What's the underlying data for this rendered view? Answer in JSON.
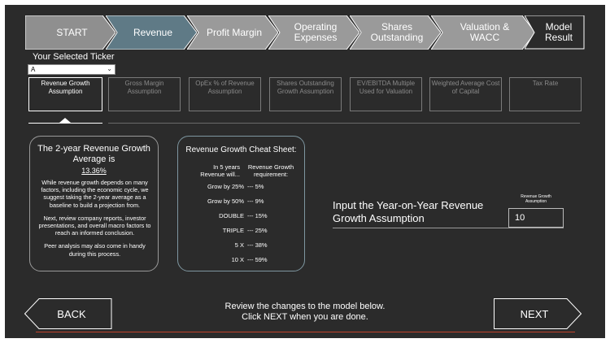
{
  "steps": [
    {
      "label": "START",
      "state": "done"
    },
    {
      "label": "Revenue",
      "state": "current"
    },
    {
      "label": "Profit Margin",
      "state": "upcoming"
    },
    {
      "label": "Operating\nExpenses",
      "state": "upcoming"
    },
    {
      "label": "Shares\nOutstanding",
      "state": "upcoming"
    },
    {
      "label": "Valuation &\nWACC",
      "state": "upcoming"
    },
    {
      "label": "Model Result",
      "state": "final"
    }
  ],
  "ticker": {
    "label": "Your Selected Ticker",
    "value": "A"
  },
  "tabs": [
    {
      "label": "Revenue Growth Assumption",
      "active": true
    },
    {
      "label": "Gross Margin Assumption",
      "active": false
    },
    {
      "label": "OpEx % of Revenue Assumption",
      "active": false
    },
    {
      "label": "Shares Outstanding Growth Assumption",
      "active": false
    },
    {
      "label": "EV/EBITDA Multiple Used for Valuation",
      "active": false
    },
    {
      "label": "Weighted Average Cost of Capital",
      "active": false
    },
    {
      "label": "Tax Rate",
      "active": false
    }
  ],
  "avg_card": {
    "title": "The 2-year Revenue Growth Average is",
    "value": "13.36%",
    "para1": "While revenue growth depends on many factors, including the economic cycle, we suggest taking the 2-year average as a baseline to build a projection from.",
    "para2": "Next, review company reports, investor presentations, and overall macro factors to reach an informed conclusion.",
    "para3": "Peer analysis may also come in handy during this process."
  },
  "cheat_sheet": {
    "title": "Revenue Growth Cheat Sheet:",
    "header_left": "In 5 years Revenue will...",
    "header_right": "Revenue Growth requirement:",
    "rows": [
      {
        "left": "Grow by 25%",
        "right": "--- 5%"
      },
      {
        "left": "Grow by 50%",
        "right": "--- 9%"
      },
      {
        "left": "DOUBLE",
        "right": "--- 15%"
      },
      {
        "left": "TRIPLE",
        "right": "--- 25%"
      },
      {
        "left": "5 X",
        "right": "--- 38%"
      },
      {
        "left": "10 X",
        "right": "--- 59%"
      }
    ]
  },
  "input": {
    "label": "Input the Year-on-Year Revenue Growth Assumption",
    "caption": "Revenue Growth Assumption",
    "value": "10"
  },
  "nav": {
    "back": "BACK",
    "next": "NEXT",
    "review_line1": "Review the changes to the model below.",
    "review_line2": "Click NEXT when you are done."
  },
  "colors": {
    "background": "#2b2b2b",
    "step_done": "#8f8f8f",
    "step_current": "#5f7a86",
    "step_upcoming": "#9a9a9a",
    "step_final": "#2b2b2b",
    "accent_line": "#c0422a"
  }
}
